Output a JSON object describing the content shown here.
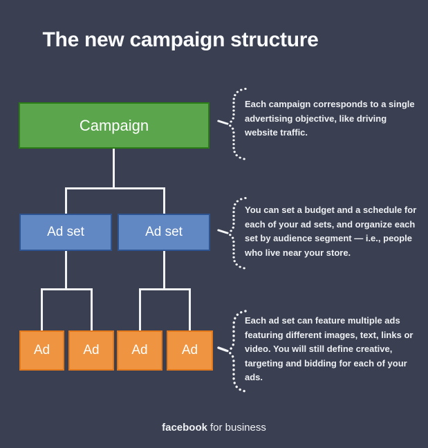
{
  "title": "The new campaign structure",
  "colors": {
    "background": "#3a4051",
    "campaign_fill": "#5ba64c",
    "campaign_border": "#2a7d14",
    "adset_fill": "#6288c4",
    "adset_border": "#2d5390",
    "ad_fill": "#ef9440",
    "ad_border": "#e4791c",
    "connector": "#f2f3f5",
    "annotation_text": "#edeff2"
  },
  "tree": {
    "campaign": {
      "label": "Campaign"
    },
    "adset": {
      "label": "Ad set",
      "count": 2
    },
    "ad": {
      "label": "Ad",
      "count": 4
    }
  },
  "annotations": [
    {
      "text": "Each campaign corresponds to a single\nadvertising objective, like driving\nwebsite traffic."
    },
    {
      "text": "You can set a budget and a schedule for\neach of your ad sets, and organize each\nset by audience segment — i.e., people\nwho live near your store."
    },
    {
      "text": "Each ad set can feature multiple ads\nfeaturing different images, text, links or\nvideo. You will still define creative,\ntargeting and bidding for each of your\nads."
    }
  ],
  "footer": {
    "brand": "facebook",
    "suffix": "for business"
  }
}
